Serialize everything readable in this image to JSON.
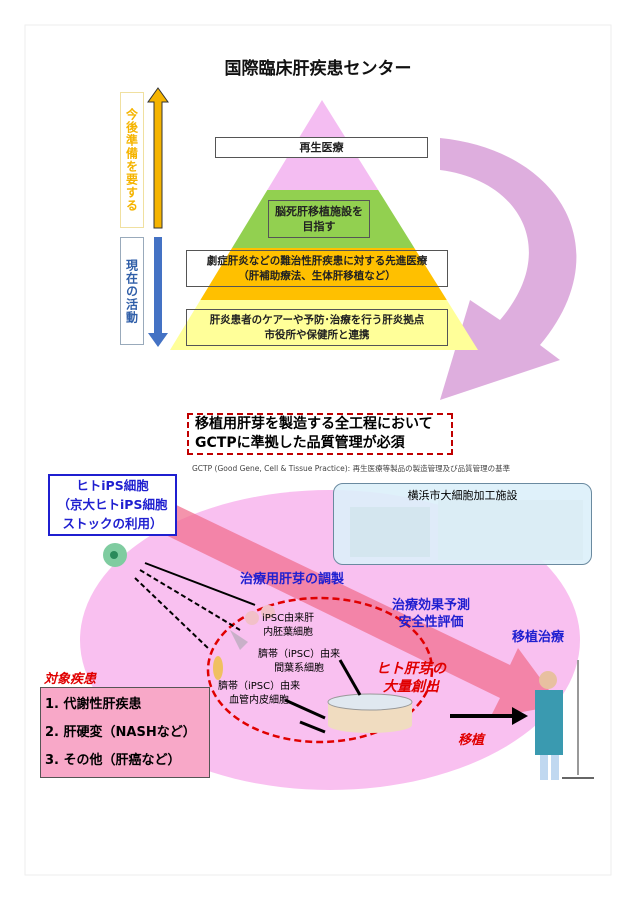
{
  "title": "国際臨床肝疾患センター",
  "side_labels": {
    "future": "今後準備を要する",
    "current": "現在の活動"
  },
  "pyramid": {
    "level1": "再生医療",
    "level2": [
      "脳死肝移植施設を",
      "目指す"
    ],
    "level3": [
      "劇症肝炎などの難治性肝疾患に対する先進医療",
      "（肝補助療法、生体肝移植など）"
    ],
    "level4": [
      "肝炎患者のケアーや予防･治療を行う肝炎拠点",
      "市役所や保健所と連携"
    ]
  },
  "gctp_notice": [
    "移植用肝芽を製造する全工程において",
    "GCTPに準拠した品質管理が必須"
  ],
  "gctp_caption": "GCTP (Good Gene, Cell & Tissue Practice): 再生医療等製品の製造管理及び品質管理の基準",
  "ips_box": [
    "ヒトiPS細胞",
    "（京大ヒトiPS細胞",
    "ストックの利用）"
  ],
  "facility": {
    "title": "横浜市大細胞加工施設"
  },
  "prep_title": "治療用肝芽の調製",
  "evaluation": [
    "治療効果予測",
    "安全性評価"
  ],
  "cells": {
    "endoderm": [
      "iPSC由来肝",
      "内胚葉細胞"
    ],
    "mesenchymal": [
      "臍帯（iPSC）由来",
      "間葉系細胞"
    ],
    "endothelial": [
      "臍帯（iPSC）由来",
      "血管内皮細胞"
    ]
  },
  "liver_bud": [
    "ヒト肝芽の",
    "大量創出"
  ],
  "transplant_label": "移植",
  "transplant_therapy": "移植治療",
  "target_disease": {
    "title": "対象疾患",
    "items": [
      "1. 代謝性肝疾患",
      "2. 肝硬変（NASHなど）",
      "3. その他（肝癌など）"
    ]
  },
  "colors": {
    "pink": "#f8b8f0",
    "green": "#92d050",
    "orange": "#ffc000",
    "yellow": "#ffff99",
    "blue": "#1f1fd0",
    "red": "#e00000",
    "purple": "#c39bd3"
  }
}
